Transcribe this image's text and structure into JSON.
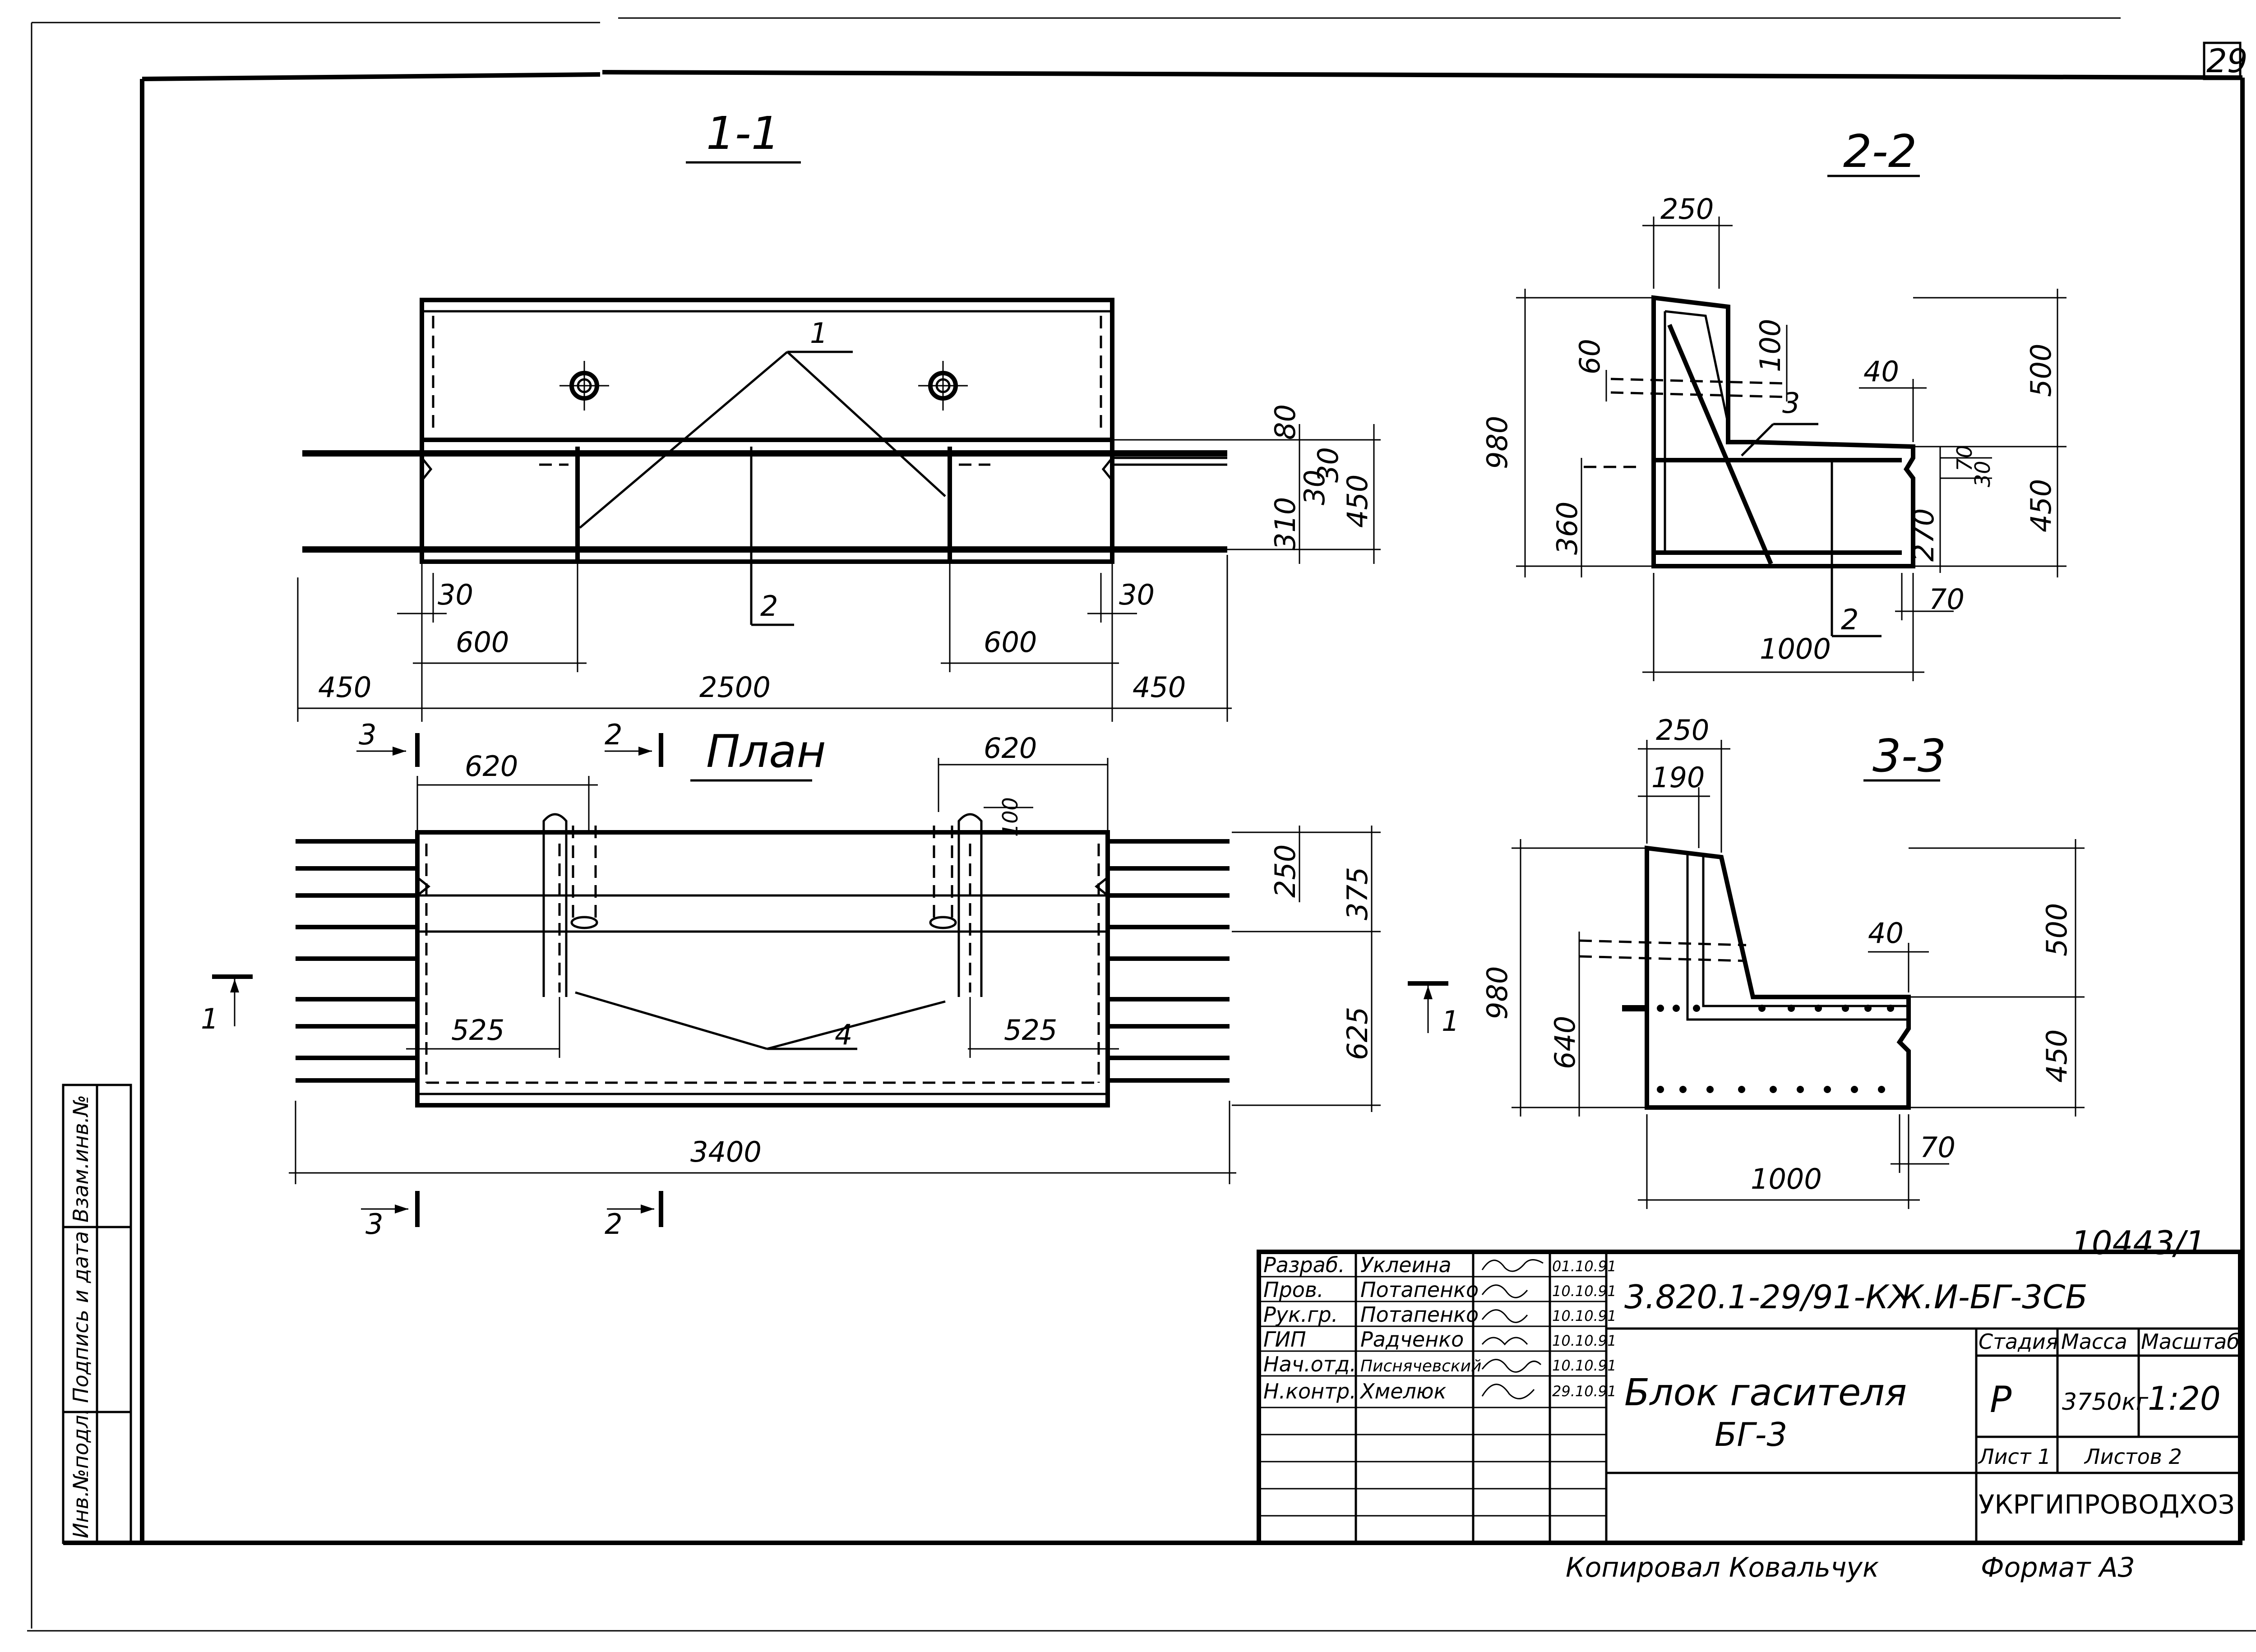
{
  "sheet": {
    "page_number": "29",
    "drawing_number": "10443/1",
    "copied_by": "Копировал Ковальчук",
    "format": "Формат А3"
  },
  "views": {
    "section_1_1": {
      "title": "1-1",
      "dims": {
        "total": "2500",
        "left_overhang": "450",
        "right_overhang": "450",
        "left_600": "600",
        "right_600": "600",
        "left_30": "30",
        "right_30": "30",
        "h80": "80",
        "h30a": "30",
        "h30b": "30",
        "h310": "310",
        "h450": "450"
      },
      "callouts": {
        "c1": "1",
        "c2": "2"
      }
    },
    "section_2_2": {
      "title": "2-2",
      "dims": {
        "top250": "250",
        "h980": "980",
        "d60": "60",
        "d100": "100",
        "d40": "40",
        "h500": "500",
        "h360": "360",
        "d70a": "70",
        "d30b": "30",
        "h270": "270",
        "d70b": "70",
        "h450": "450",
        "w1000": "1000"
      },
      "callouts": {
        "c3": "3",
        "c2": "2"
      }
    },
    "section_3_3": {
      "title": "3-3",
      "dims": {
        "top250": "250",
        "d190": "190",
        "d40": "40",
        "h500": "500",
        "h980": "980",
        "h640": "640",
        "h450": "450",
        "d70": "70",
        "w1000": "1000"
      }
    },
    "plan": {
      "title": "План",
      "dims": {
        "left620": "620",
        "right620": "620",
        "d100": "100",
        "h250": "250",
        "h375": "375",
        "h625": "625",
        "left525": "525",
        "right525": "525",
        "total3400": "3400"
      },
      "callouts": {
        "c4": "4"
      },
      "markers": {
        "m3_top": "3",
        "m2_top": "2",
        "m3_bottom": "3",
        "m2_bottom": "2",
        "m1_left": "1",
        "m1_right": "1"
      }
    }
  },
  "side_stamp": {
    "col1": "Инв.№подл.",
    "col2": "Подпись и дата",
    "col3": "Взам.инв.№"
  },
  "title_block": {
    "roles": [
      "Разраб.",
      "Пров.",
      "Рук.гр.",
      "ГИП",
      "Нач.отд.",
      "Н.контр."
    ],
    "names": [
      "Уклеина",
      "Потапенко",
      "Потапенко",
      "Радченко",
      "Писнячевский",
      "Хмелюк"
    ],
    "dates": [
      "01.10.91",
      "10.10.91",
      "10.10.91",
      "10.10.91",
      "10.10.91",
      "29.10.91"
    ],
    "document_code": "3.820.1-29/91-КЖ.И-БГ-3СБ",
    "object_name": "Блок гасителя",
    "object_mark": "БГ-3",
    "stage_label": "Стадия",
    "mass_label": "Масса",
    "scale_label": "Масштаб",
    "stage_value": "Р",
    "mass_value": "3750кг",
    "scale_value": "1:20",
    "sheet_label": "Лист 1",
    "sheets_label": "Листов 2",
    "organization": "УКРГИПРОВОДХОЗ"
  }
}
